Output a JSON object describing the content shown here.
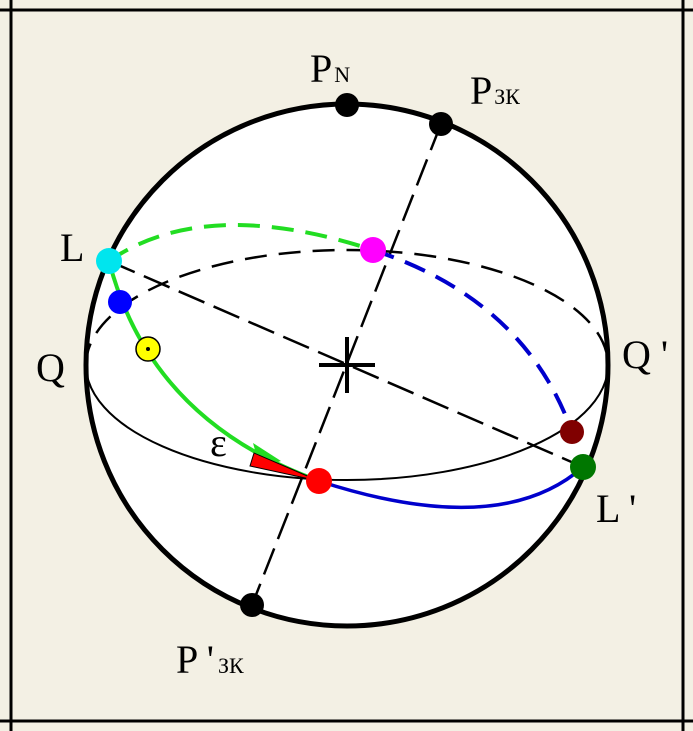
{
  "labels": {
    "north_pole": {
      "main": "P",
      "sub": "N"
    },
    "ecliptic_pole": {
      "main": "P",
      "sub": "ЗК"
    },
    "ecliptic_pole_opposite": {
      "main": "P '",
      "sub": "ЗК"
    },
    "equator_left": "Q",
    "equator_right": "Q '",
    "solstice_left": "L",
    "solstice_right": "L '",
    "obliquity": "ε"
  },
  "colors": {
    "background": "#f3f0e4",
    "sphere_fill": "#ffffff",
    "outline": "#000000",
    "ecliptic_front": "#22dd22",
    "ecliptic_back_dashed": "#22dd22",
    "blue_arc": "#0000cc",
    "vernal_point": "#ff0000",
    "autumn_point": "#ff00ff",
    "point_L": "#00e5ee",
    "point_blue": "#0000ff",
    "sun": "#ffff00",
    "point_dark_red": "#800000",
    "point_L_prime": "#007700",
    "angle_fill": "#ff0000"
  }
}
